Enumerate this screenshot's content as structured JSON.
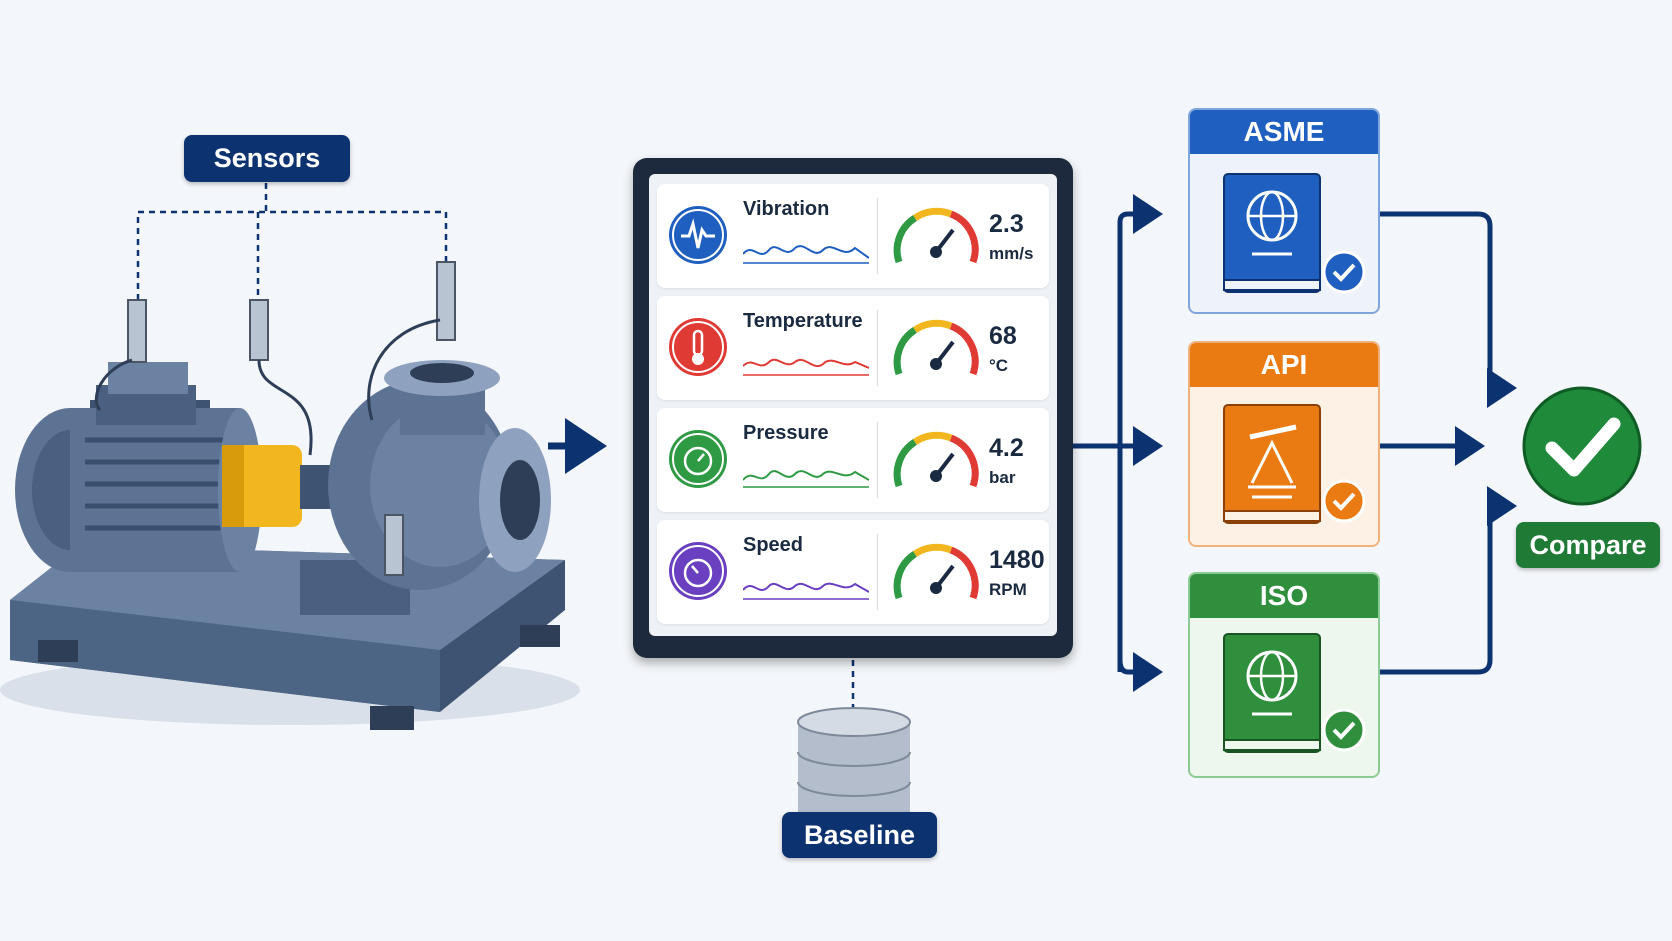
{
  "labels": {
    "sensors": "Sensors",
    "baseline": "Baseline",
    "compare": "Compare"
  },
  "metrics": [
    {
      "name": "Vibration",
      "value": "2.3",
      "unit": "mm/s",
      "color": "#1f5fbf",
      "icon": "waveform-icon"
    },
    {
      "name": "Temperature",
      "value": "68",
      "unit": "°C",
      "color": "#e03a34",
      "icon": "thermometer-icon"
    },
    {
      "name": "Pressure",
      "value": "4.2",
      "unit": "bar",
      "color": "#2f9a44",
      "icon": "pressure-gauge-icon"
    },
    {
      "name": "Speed",
      "value": "1480",
      "unit": "RPM",
      "color": "#6a3fc0",
      "icon": "speedometer-icon"
    }
  ],
  "standards": [
    {
      "name": "ASME",
      "color": "#1f5fbf",
      "icon": "globe-book-icon"
    },
    {
      "name": "API",
      "color": "#ea7a12",
      "icon": "oil-pump-book-icon"
    },
    {
      "name": "ISO",
      "color": "#2f8f3c",
      "icon": "globe-book-icon"
    }
  ],
  "colors": {
    "navy": "#0d3270",
    "green": "#1f7a36",
    "pump_body": "#5d7394"
  }
}
